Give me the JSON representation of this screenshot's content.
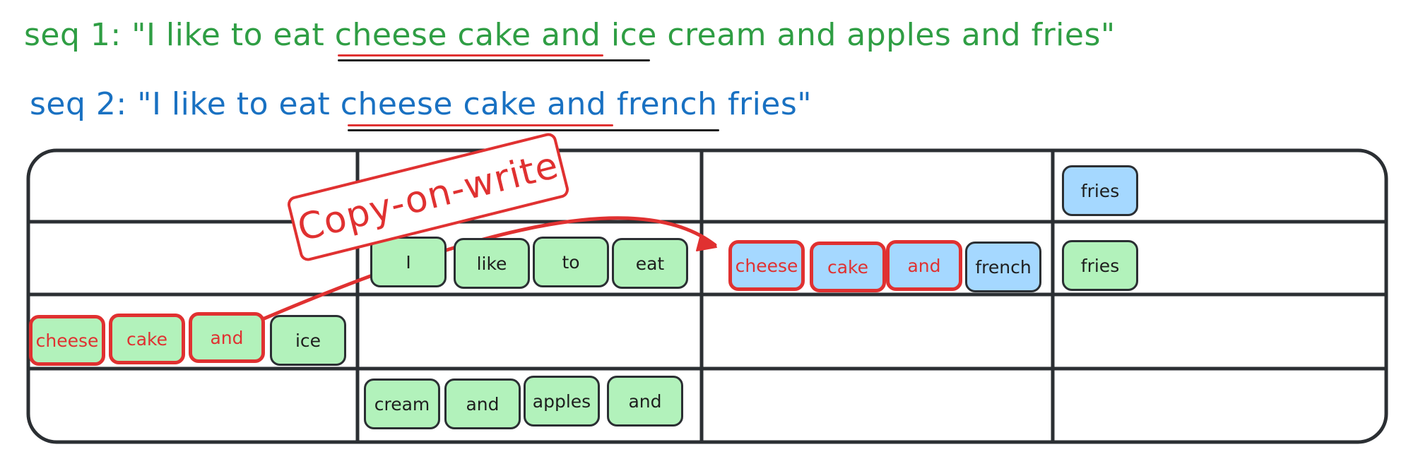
{
  "sequences": {
    "seq1": "seq 1: \"I like to eat cheese cake and ice cream and apples and fries\"",
    "seq2": "seq 2: \"I like to eat cheese cake and french fries\""
  },
  "annotation": {
    "label": "Copy-on-write"
  },
  "rows": [
    [
      {
        "text": "fries",
        "color": "blue",
        "shared": false
      }
    ],
    [
      {
        "text": "I",
        "color": "green",
        "shared": false
      },
      {
        "text": "like",
        "color": "green",
        "shared": false
      },
      {
        "text": "to",
        "color": "green",
        "shared": false
      },
      {
        "text": "eat",
        "color": "green",
        "shared": false
      },
      {
        "text": "cheese",
        "color": "blue",
        "shared": true
      },
      {
        "text": "cake",
        "color": "blue",
        "shared": true
      },
      {
        "text": "and",
        "color": "blue",
        "shared": true
      },
      {
        "text": "french",
        "color": "blue",
        "shared": false
      },
      {
        "text": "fries",
        "color": "green",
        "shared": false
      }
    ],
    [
      {
        "text": "cheese",
        "color": "green",
        "shared": true
      },
      {
        "text": "cake",
        "color": "green",
        "shared": true
      },
      {
        "text": "and",
        "color": "green",
        "shared": true
      },
      {
        "text": "ice",
        "color": "green",
        "shared": false
      }
    ],
    [
      {
        "text": "cream",
        "color": "green",
        "shared": false
      },
      {
        "text": "and",
        "color": "green",
        "shared": false
      },
      {
        "text": "apples",
        "color": "green",
        "shared": false
      },
      {
        "text": "and",
        "color": "green",
        "shared": false
      }
    ]
  ],
  "colors": {
    "seq1_text": "#2f9e44",
    "seq2_text": "#1971c2",
    "block_green": "#b2f2bb",
    "block_blue": "#a5d8ff",
    "shared_red": "#e03131",
    "grid_line": "#2b2f33"
  }
}
